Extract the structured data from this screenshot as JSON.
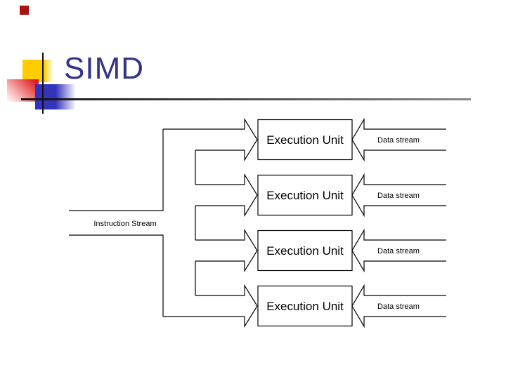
{
  "slide": {
    "title": "SIMD"
  },
  "colors": {
    "title_text": "#333388",
    "corner_bullet_red": "#aa1111",
    "deco_yellow": "#ffcc00",
    "deco_red": "#dd1111",
    "deco_blue": "#3333bb",
    "title_rule_dark": "#111111",
    "diagram_stroke": "#000000"
  },
  "diagram": {
    "instruction_label": "Instruction Stream",
    "units": [
      {
        "label": "Execution Unit",
        "stream_label": "Data stream"
      },
      {
        "label": "Execution Unit",
        "stream_label": "Data stream"
      },
      {
        "label": "Execution Unit",
        "stream_label": "Data stream"
      },
      {
        "label": "Execution Unit",
        "stream_label": "Data stream"
      }
    ]
  }
}
